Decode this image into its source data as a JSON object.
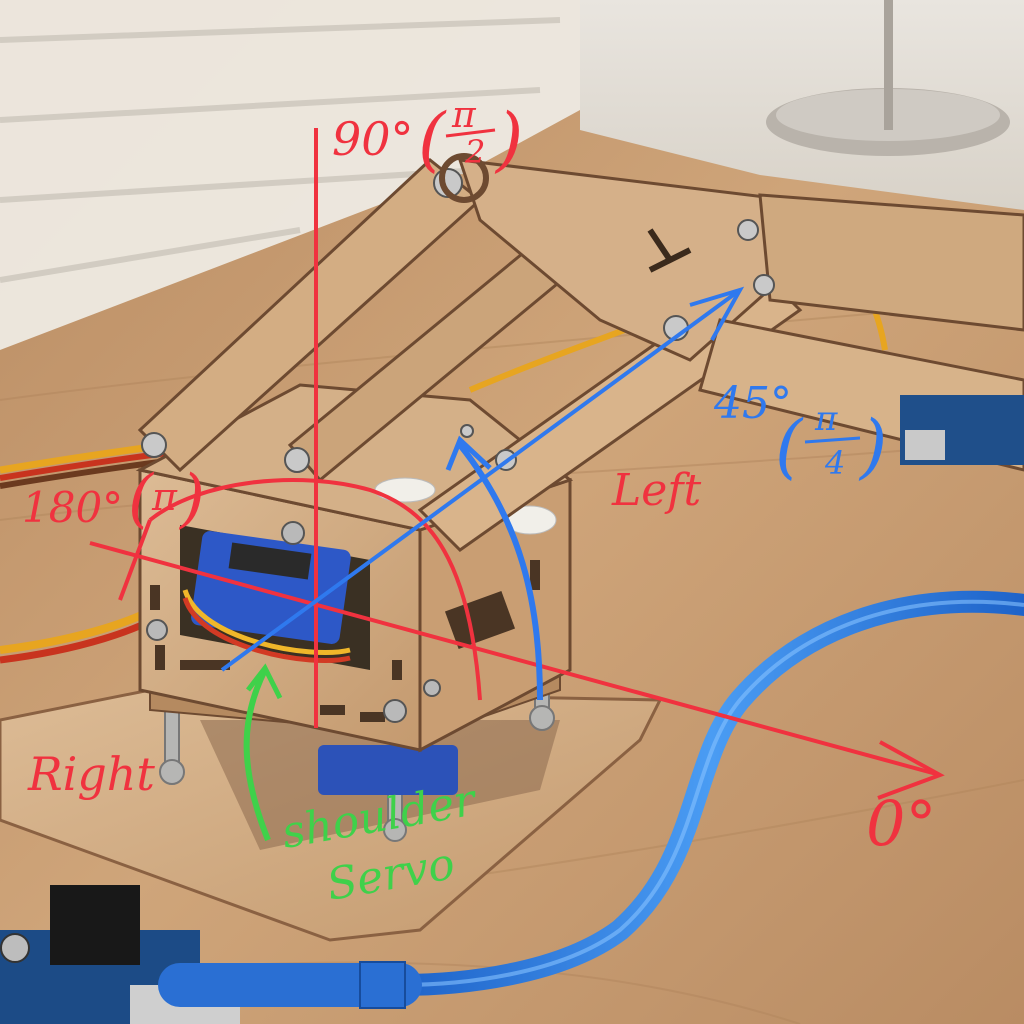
{
  "annotations": {
    "angle_90": "90°",
    "pi_over_2_num": "π",
    "pi_over_2_den": "2",
    "angle_45": "45°",
    "pi_over_4_num": "π",
    "pi_over_4_den": "4",
    "angle_180": "180°",
    "pi_180": "π",
    "angle_0": "0°",
    "left_label": "Left",
    "right_label": "Right",
    "shoulder_label_line1": "shoulder",
    "shoulder_label_line2": "Servo"
  },
  "colors": {
    "red_annotation": "#f0323f",
    "blue_annotation": "#2f79ee",
    "green_annotation": "#3fd14a",
    "wood_light": "#d8b48d",
    "wood_dark": "#a57b56",
    "table": "#c9a27a",
    "usb_cable": "#2a7be0"
  }
}
